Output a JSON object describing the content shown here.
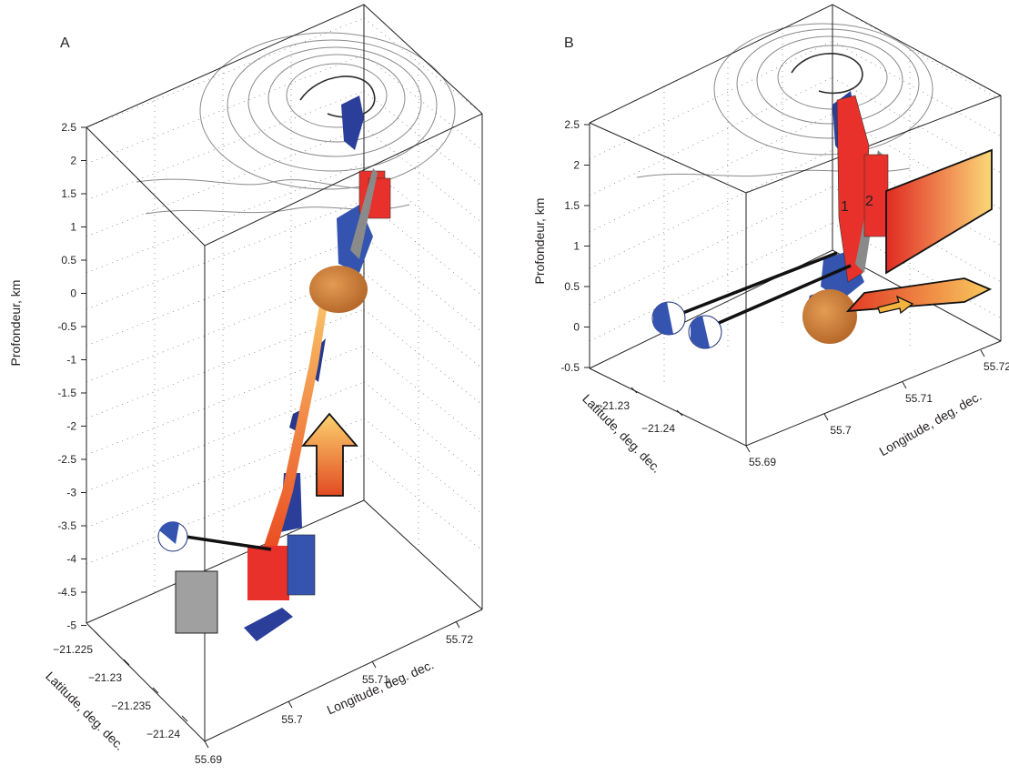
{
  "panels": [
    {
      "letter": "A",
      "depth_label": "Profondeur, km",
      "depth_ticks": [
        "2.5",
        "2",
        "1.5",
        "1",
        "0.5",
        "0",
        "-0.5",
        "-1",
        "-1.5",
        "-2",
        "-2.5",
        "-3",
        "-3.5",
        "-4",
        "-4.5",
        "-5"
      ],
      "lat_label": "Latitude, deg. dec.",
      "lat_ticks": [
        "−21.225",
        "−21.23",
        "−21.235",
        "−21.24"
      ],
      "lon_label": "Longitude, deg. dec.",
      "lon_ticks": [
        "55.69",
        "55.7",
        "55.71",
        "55.72"
      ]
    },
    {
      "letter": "B",
      "depth_label": "Profondeur, km",
      "depth_ticks": [
        "2.5",
        "2",
        "1.5",
        "1",
        "0.5",
        "0",
        "-0.5"
      ],
      "lat_label": "Latitude, deg. dec.",
      "lat_ticks": [
        "−21.23",
        "−21.24"
      ],
      "lon_label": "Longitude, deg. dec.",
      "lon_ticks": [
        "55.69",
        "55.7",
        "55.71",
        "55.72"
      ],
      "dyke_numbers": [
        "1",
        "2"
      ]
    }
  ],
  "colors": {
    "anomaly_blue": "#2b3f9a",
    "dyke_red": "#e8312a",
    "source_orange": "#c8742d",
    "arrow_light": "#f7d070",
    "box_grey": "#a0a0a0",
    "contour_grey": "#8a8a8a"
  }
}
